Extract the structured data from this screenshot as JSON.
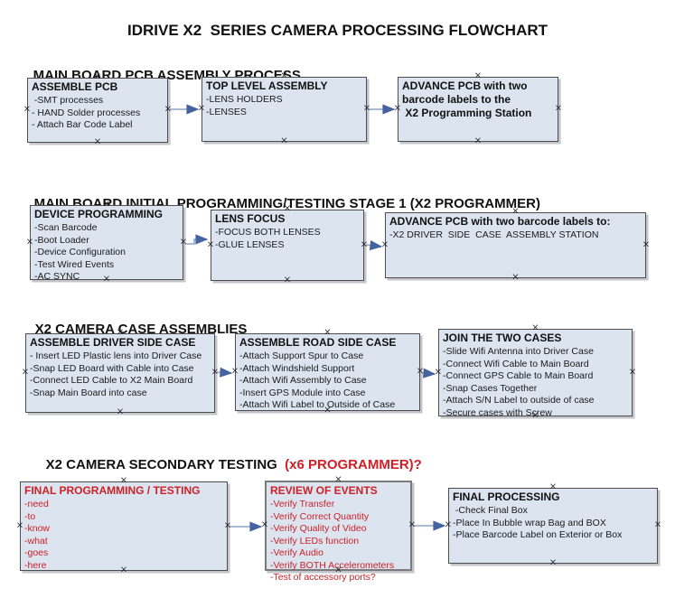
{
  "title": "IDRIVE X2  SERIES CAMERA PROCESSING FLOWCHART",
  "colors": {
    "box_fill": "#dce4f0",
    "box_border": "#4d4d4d",
    "red_text": "#cc2127",
    "arrow_line": "#8ea6c6",
    "arrow_head": "#44639f"
  },
  "sections": [
    {
      "header": "MAIN BOARD PCB ASSEMBLY PROCESS",
      "boxes": [
        {
          "title": "ASSEMBLE PCB",
          "items": [
            " -SMT processes",
            "- HAND Solder processes",
            "- Attach Bar Code Label"
          ]
        },
        {
          "title": "TOP LEVEL ASSEMBLY",
          "items": [
            "-LENS HOLDERS",
            "-LENSES"
          ]
        },
        {
          "title": "ADVANCE PCB with two\nbarcode labels to the\n X2 Programming Station",
          "items": []
        }
      ]
    },
    {
      "header": "MAIN BOARD INITIAL PROGRAMMING/TESTING STAGE 1 (X2 PROGRAMMER)",
      "boxes": [
        {
          "title": "DEVICE PROGRAMMING",
          "items": [
            "-Scan Barcode",
            "-Boot Loader",
            "-Device Configuration",
            "-Test Wired Events",
            "-AC SYNC"
          ]
        },
        {
          "title": "LENS FOCUS",
          "items": [
            "-FOCUS BOTH LENSES",
            "-GLUE LENSES"
          ]
        },
        {
          "title": "ADVANCE PCB with two barcode labels to:",
          "items": [
            "-X2 DRIVER  SIDE  CASE  ASSEMBLY STATION"
          ]
        }
      ]
    },
    {
      "header": "X2 CAMERA CASE ASSEMBLIES",
      "boxes": [
        {
          "title": "ASSEMBLE DRIVER SIDE CASE",
          "items": [
            "- Insert LED Plastic lens into Driver Case",
            "-Snap LED Board with Cable into Case",
            "-Connect LED Cable to X2 Main Board",
            "-Snap Main Board into case"
          ]
        },
        {
          "title": "ASSEMBLE ROAD SIDE CASE",
          "items": [
            "-Attach Support Spur to Case",
            "-Attach Windshield Support",
            "-Attach Wifi Assembly to Case",
            "-Insert GPS Module into Case",
            "-Attach Wifi Label to Outside of Case"
          ]
        },
        {
          "title": "JOIN THE TWO CASES",
          "items": [
            "-Slide Wifi Antenna into Driver Case",
            "-Connect Wifi Cable to Main Board",
            "-Connect GPS Cable to Main Board",
            "-Snap Cases Together",
            "-Attach S/N Label to outside of case",
            "-Secure cases with Screw"
          ]
        }
      ]
    },
    {
      "header": "X2 CAMERA SECONDARY TESTING",
      "header_red": "  (x6 PROGRAMMER)?",
      "boxes": [
        {
          "title": "FINAL PROGRAMMING / TESTING",
          "items": [
            "-need",
            "-to",
            "-know",
            "-what",
            "-goes",
            "-here"
          ]
        },
        {
          "title": "REVIEW OF EVENTS",
          "items": [
            "-Verify Transfer",
            "-Verify Correct Quantity",
            "-Verify Quality of Video",
            "-Verify LEDs function",
            "-Verify Audio",
            "-Verify BOTH Accelerometers",
            "-Test of accessory ports?"
          ]
        },
        {
          "title": "FINAL PROCESSING",
          "items": [
            " -Check Final Box",
            "-Place In Bubble wrap Bag and BOX",
            "-Place Barcode Label on Exterior or Box"
          ]
        }
      ]
    }
  ]
}
